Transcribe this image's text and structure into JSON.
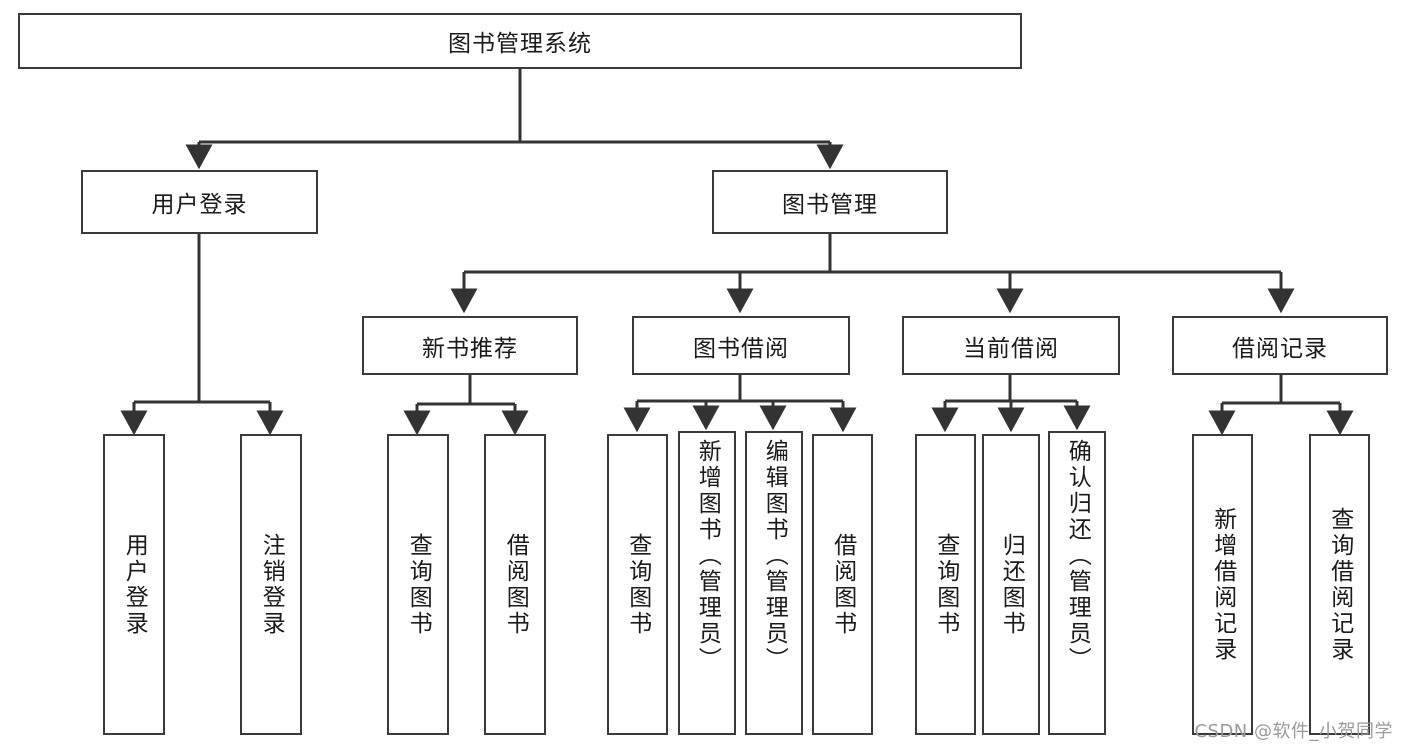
{
  "diagram": {
    "type": "tree",
    "title": "图书管理系统",
    "watermark": "CSDN @软件_小贺同学",
    "colors": {
      "box_border": "#3a3a3a",
      "box_fill": "#ffffff",
      "edge": "#333333",
      "text": "#1a1a1a",
      "watermark": "#9a9a9a",
      "background": "#ffffff"
    },
    "nodes": {
      "root": {
        "label": "图书管理系统"
      },
      "level2": [
        {
          "id": "user-login",
          "label": "用户登录"
        },
        {
          "id": "book-manage",
          "label": "图书管理"
        }
      ],
      "level3": [
        {
          "id": "new-book-rec",
          "label": "新书推荐"
        },
        {
          "id": "book-borrow",
          "label": "图书借阅"
        },
        {
          "id": "current-borrow",
          "label": "当前借阅"
        },
        {
          "id": "borrow-record",
          "label": "借阅记录"
        }
      ],
      "leaves": {
        "user-login": [
          {
            "id": "leaf-user-login",
            "label": "用户登录"
          },
          {
            "id": "leaf-logout",
            "label": "注销登录"
          }
        ],
        "new-book-rec": [
          {
            "id": "leaf-query-book-1",
            "label": "查询图书"
          },
          {
            "id": "leaf-borrow-book-1",
            "label": "借阅图书"
          }
        ],
        "book-borrow": [
          {
            "id": "leaf-query-book-2",
            "label": "查询图书"
          },
          {
            "id": "leaf-add-book",
            "label": "新增图书（管理员）"
          },
          {
            "id": "leaf-edit-book",
            "label": "编辑图书（管理员）"
          },
          {
            "id": "leaf-borrow-book-2",
            "label": "借阅图书"
          }
        ],
        "current-borrow": [
          {
            "id": "leaf-query-book-3",
            "label": "查询图书"
          },
          {
            "id": "leaf-return-book",
            "label": "归还图书"
          },
          {
            "id": "leaf-confirm-return",
            "label": "确认归还（管理员）"
          }
        ],
        "borrow-record": [
          {
            "id": "leaf-add-record",
            "label": "新增借阅记录"
          },
          {
            "id": "leaf-query-record",
            "label": "查询借阅记录"
          }
        ]
      }
    }
  }
}
